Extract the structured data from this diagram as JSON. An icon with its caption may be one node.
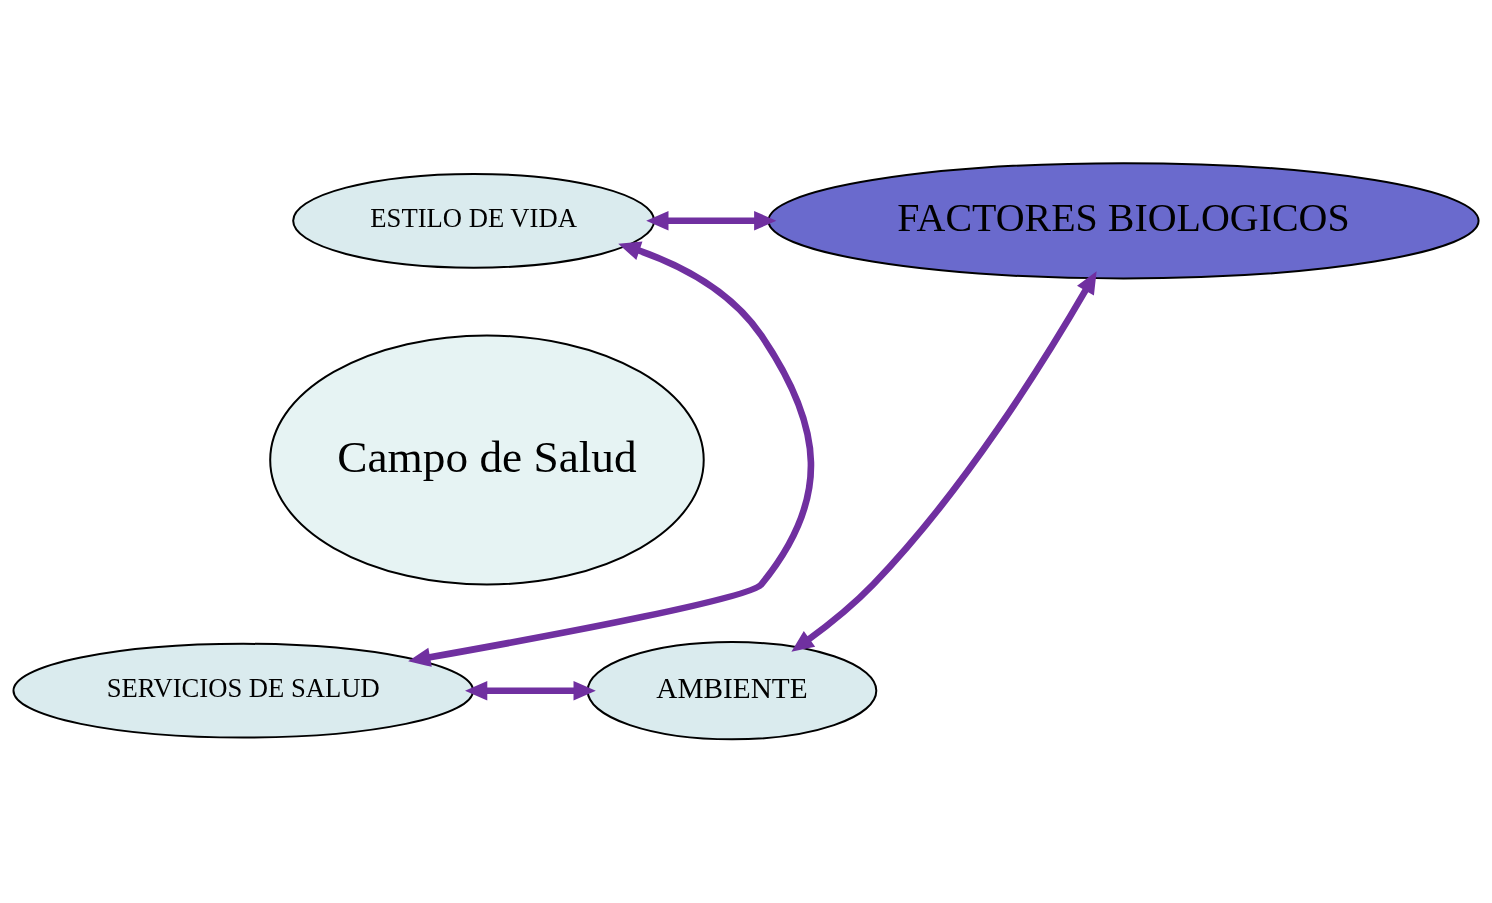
{
  "diagram": {
    "nodes": [
      {
        "text": [
          "Campo de Salud"
        ]
      },
      {
        "text": [
          "ESTILO DE VIDA"
        ]
      },
      {
        "text": [
          "FACTORES BIOLOGICOS"
        ]
      },
      {
        "text": [
          "SERVICIOS DE SALUD"
        ]
      },
      {
        "text": [
          "AMBIENTE"
        ]
      }
    ],
    "edges": [
      {
        "from": 1,
        "to": 2,
        "arrow": "both"
      },
      {
        "from": 1,
        "to": 3,
        "arrow": "both"
      },
      {
        "from": 2,
        "to": 4,
        "arrow": "both"
      },
      {
        "from": 3,
        "to": 4,
        "arrow": "both"
      }
    ]
  }
}
